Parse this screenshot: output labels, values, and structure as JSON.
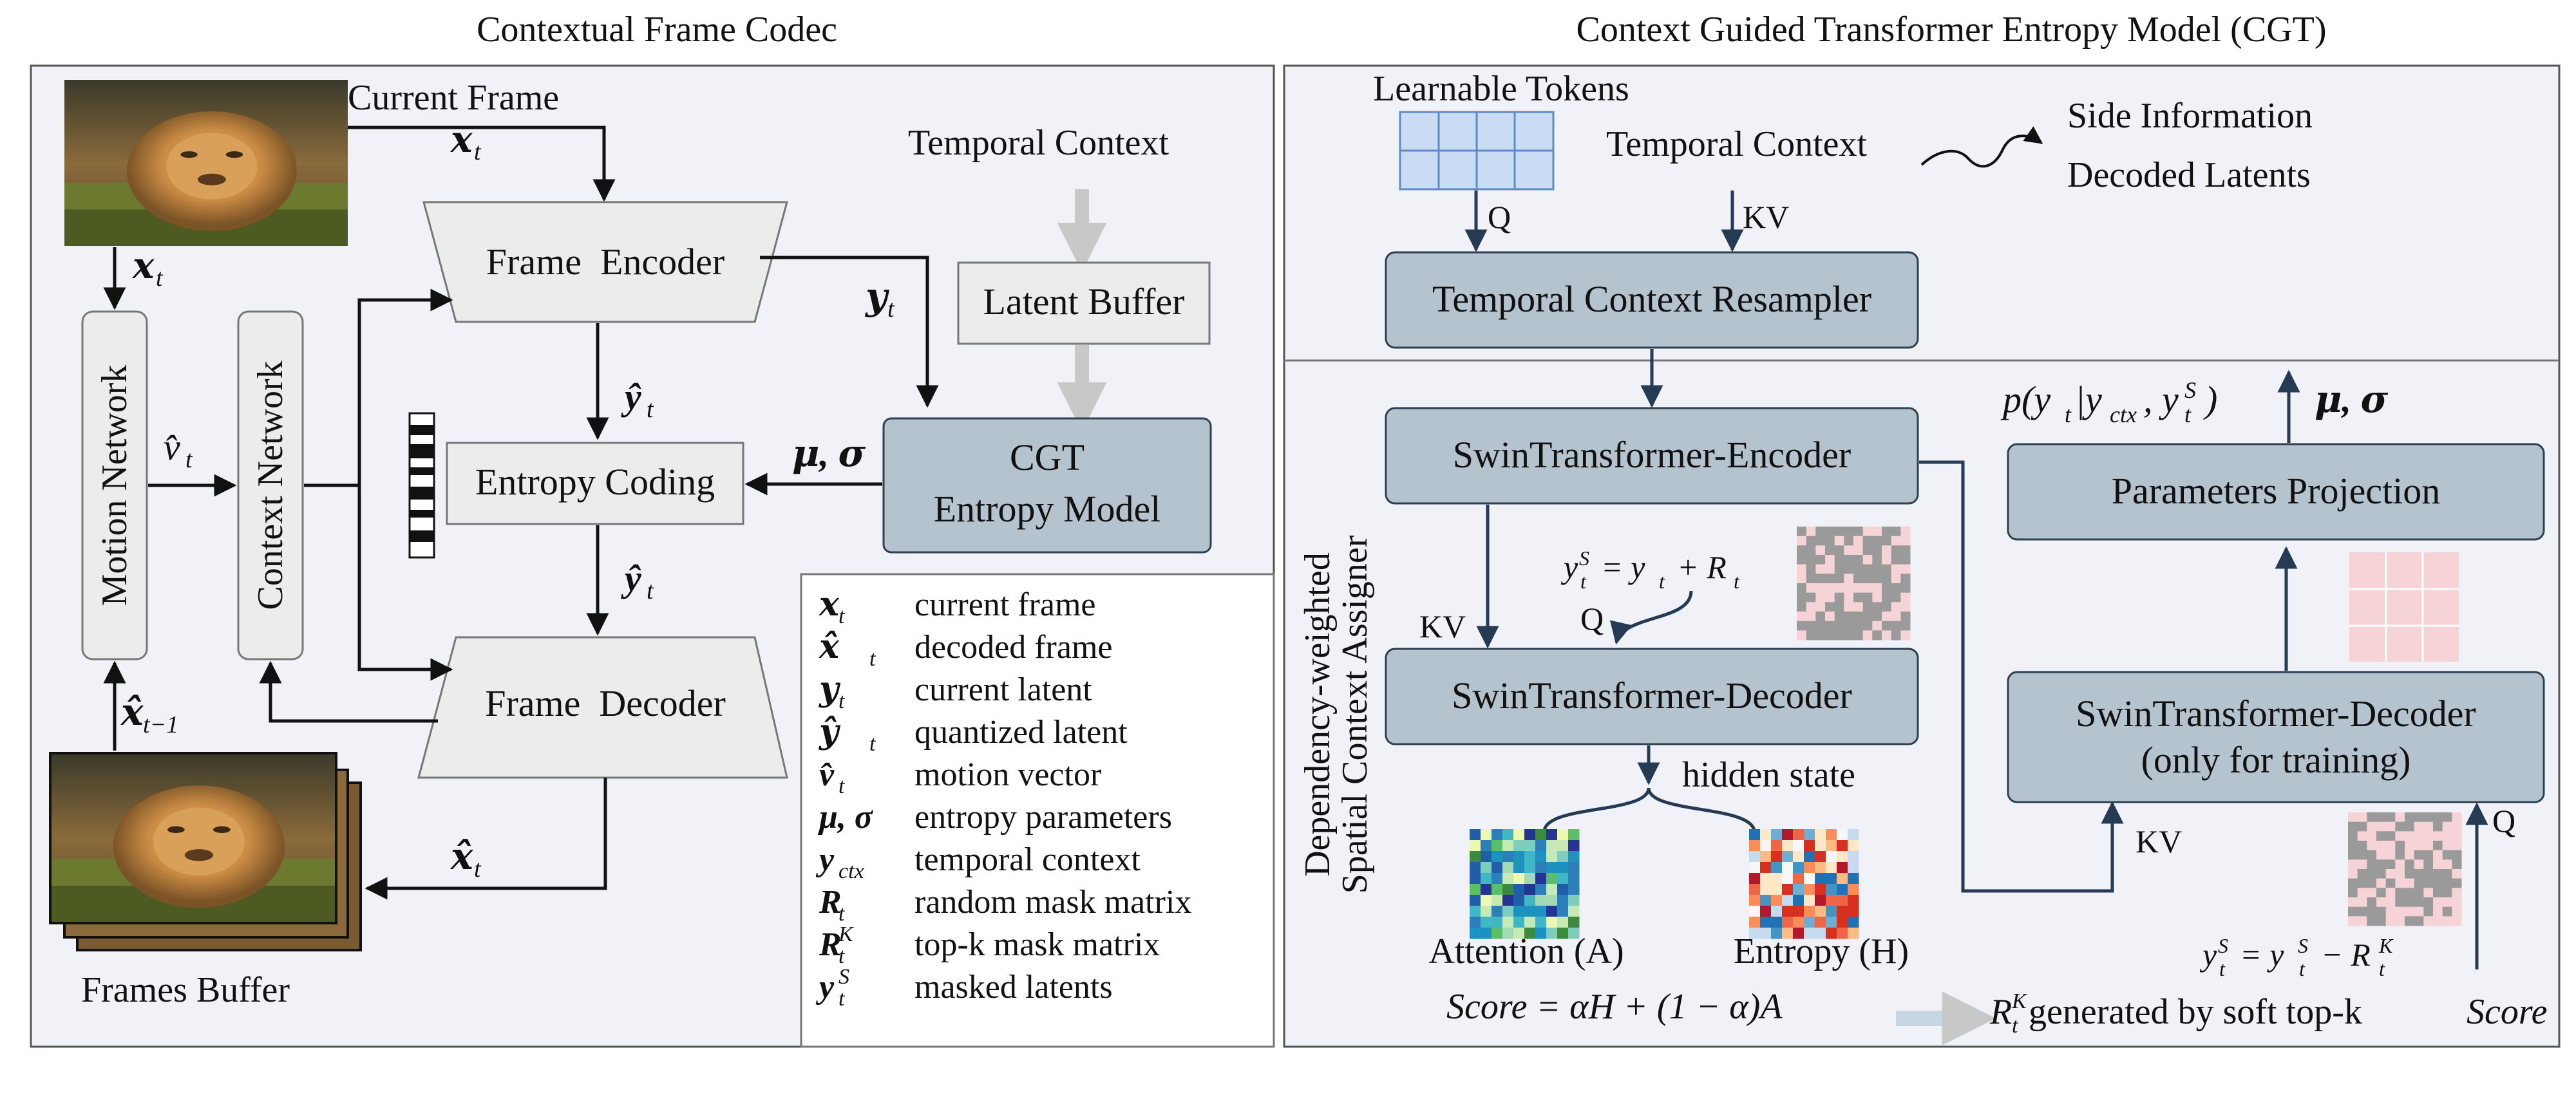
{
  "left_panel": {
    "title": "Contextual Frame Codec",
    "current_frame_label": "Current Frame",
    "temporal_context": "Temporal Context",
    "frame_encoder": "Frame  Encoder",
    "latent_buffer": "Latent Buffer",
    "entropy_coding": "Entropy Coding",
    "cgt_line1": "CGT",
    "cgt_line2": "Entropy Model",
    "frame_decoder": "Frame  Decoder",
    "motion_network": "Motion Network",
    "context_network": "Context Network",
    "frames_buffer": "Frames Buffer",
    "symbols": {
      "x_t": "𝒙",
      "x_t_sub": "t",
      "y_t": "𝒚",
      "y_hat": "ŷ",
      "v_hat": "v̂",
      "x_hat": "𝒙̂",
      "x_hat_prev_sub": "t−1",
      "mu_sigma": "𝝁, 𝝈"
    },
    "legend": [
      {
        "sym": "𝒙",
        "sub": "t",
        "sup": "",
        "desc": "current frame"
      },
      {
        "sym": "𝒙̂",
        "sub": "t",
        "sup": "",
        "desc": "decoded frame"
      },
      {
        "sym": "𝒚",
        "sub": "t",
        "sup": "",
        "desc": "current latent"
      },
      {
        "sym": "𝒚̂",
        "sub": "t",
        "sup": "",
        "desc": "quantized latent"
      },
      {
        "sym": "v̂",
        "sub": "t",
        "sup": "",
        "desc": "motion vector"
      },
      {
        "sym": "μ, σ",
        "sub": "",
        "sup": "",
        "desc": "entropy parameters"
      },
      {
        "sym": "y",
        "sub": "ctx",
        "sup": "",
        "desc": "temporal context"
      },
      {
        "sym": "R",
        "sub": "t",
        "sup": "",
        "desc": "random mask matrix"
      },
      {
        "sym": "R",
        "sub": "t",
        "sup": "K",
        "desc": "top-k mask matrix"
      },
      {
        "sym": "y",
        "sub": "t",
        "sup": "S",
        "desc": "masked latents"
      }
    ]
  },
  "right_panel": {
    "title": "Context Guided Transformer Entropy Model (CGT)",
    "learnable_tokens": "Learnable Tokens",
    "temporal_context": "Temporal Context",
    "side_information": "Side Information",
    "decoded_latents": "Decoded Latents",
    "q_label": "Q",
    "kv_label": "KV",
    "resampler": "Temporal Context Resampler",
    "swin_encoder": "SwinTransformer-Encoder",
    "swin_decoder": "SwinTransformer-Decoder",
    "swin_decoder_train_line1": "SwinTransformer-Decoder",
    "swin_decoder_train_line2": "(only for training)",
    "params_projection": "Parameters Projection",
    "prob_expr": "p(y",
    "prob_mid": "|y",
    "prob_ctx": "ctx",
    "prob_end": ")",
    "mu_sigma": "𝝁, 𝝈",
    "hidden_state": "hidden state",
    "attention_label": "Attention (A)",
    "entropy_label": "Entropy (H)",
    "side_label_line1": "Dependency-weighted",
    "side_label_line2": "Spatial Context Assigner",
    "eq_mask_lhs": "y",
    "eq_mask_rhs": "= y",
    "eq_mask_plus": "+ R",
    "eq_topk_minus": "− R",
    "score_eq": "Score = αH + (1 − α)A",
    "score_result_pre": "R",
    "score_result_text": "generated by soft top-k",
    "score_result_word": "Score"
  },
  "colors": {
    "panel_bg": "#f0f2f7",
    "box_grey": "#ececec",
    "box_blue": "#b4c3ce",
    "box_blue_stroke": "#2d4050",
    "arrow_blue": "#243b53",
    "big_arrow": "#c8d6e3",
    "token_fill": "#c9dcf3",
    "token_stroke": "#5b8cc7"
  }
}
